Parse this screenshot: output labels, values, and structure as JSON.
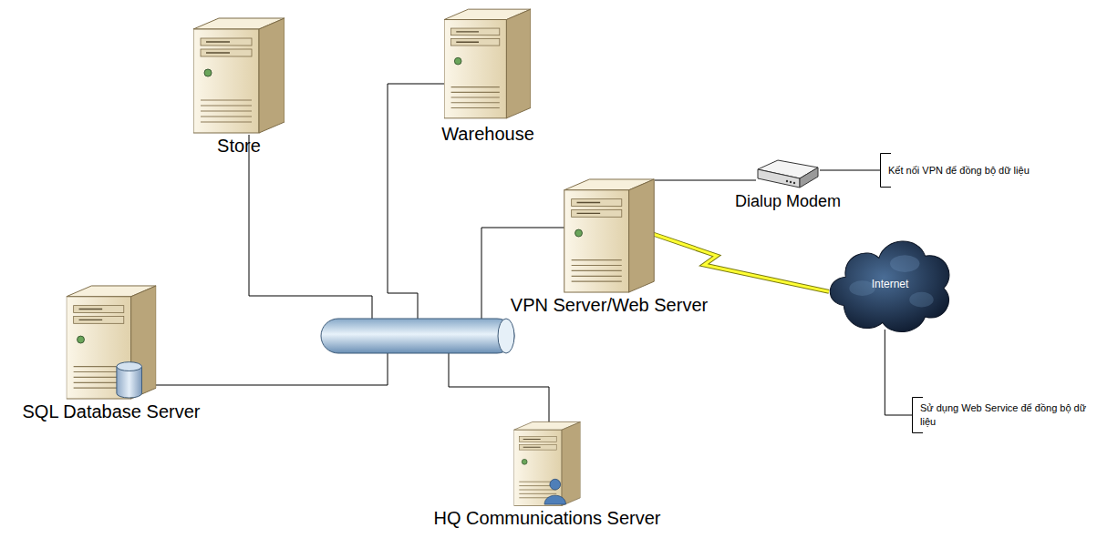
{
  "diagram": {
    "nodes": [
      {
        "text": [
          "Store"
        ]
      },
      {
        "text": [
          "Warehouse"
        ]
      },
      {
        "text": [
          "VPN Server/Web Server"
        ]
      },
      {
        "text": [
          "Dialup Modem"
        ]
      },
      {
        "text": [
          "Kết nối VPN để đồng bộ dữ liệu"
        ]
      },
      {
        "text": [
          "Internet"
        ]
      },
      {
        "text": [
          "Sử dụng Web Service để đồng bộ dữ liệu"
        ]
      },
      {
        "text": [
          "SQL Database Server"
        ]
      },
      {
        "text": [
          "HQ Communications Server"
        ]
      }
    ],
    "edges": [
      {
        "from": 2,
        "to": 3,
        "arrow": "none"
      },
      {
        "from": 3,
        "to": 4,
        "arrow": "none"
      },
      {
        "from": 2,
        "to": 5,
        "arrow": "none"
      },
      {
        "from": 5,
        "to": 6,
        "arrow": "none"
      }
    ]
  }
}
